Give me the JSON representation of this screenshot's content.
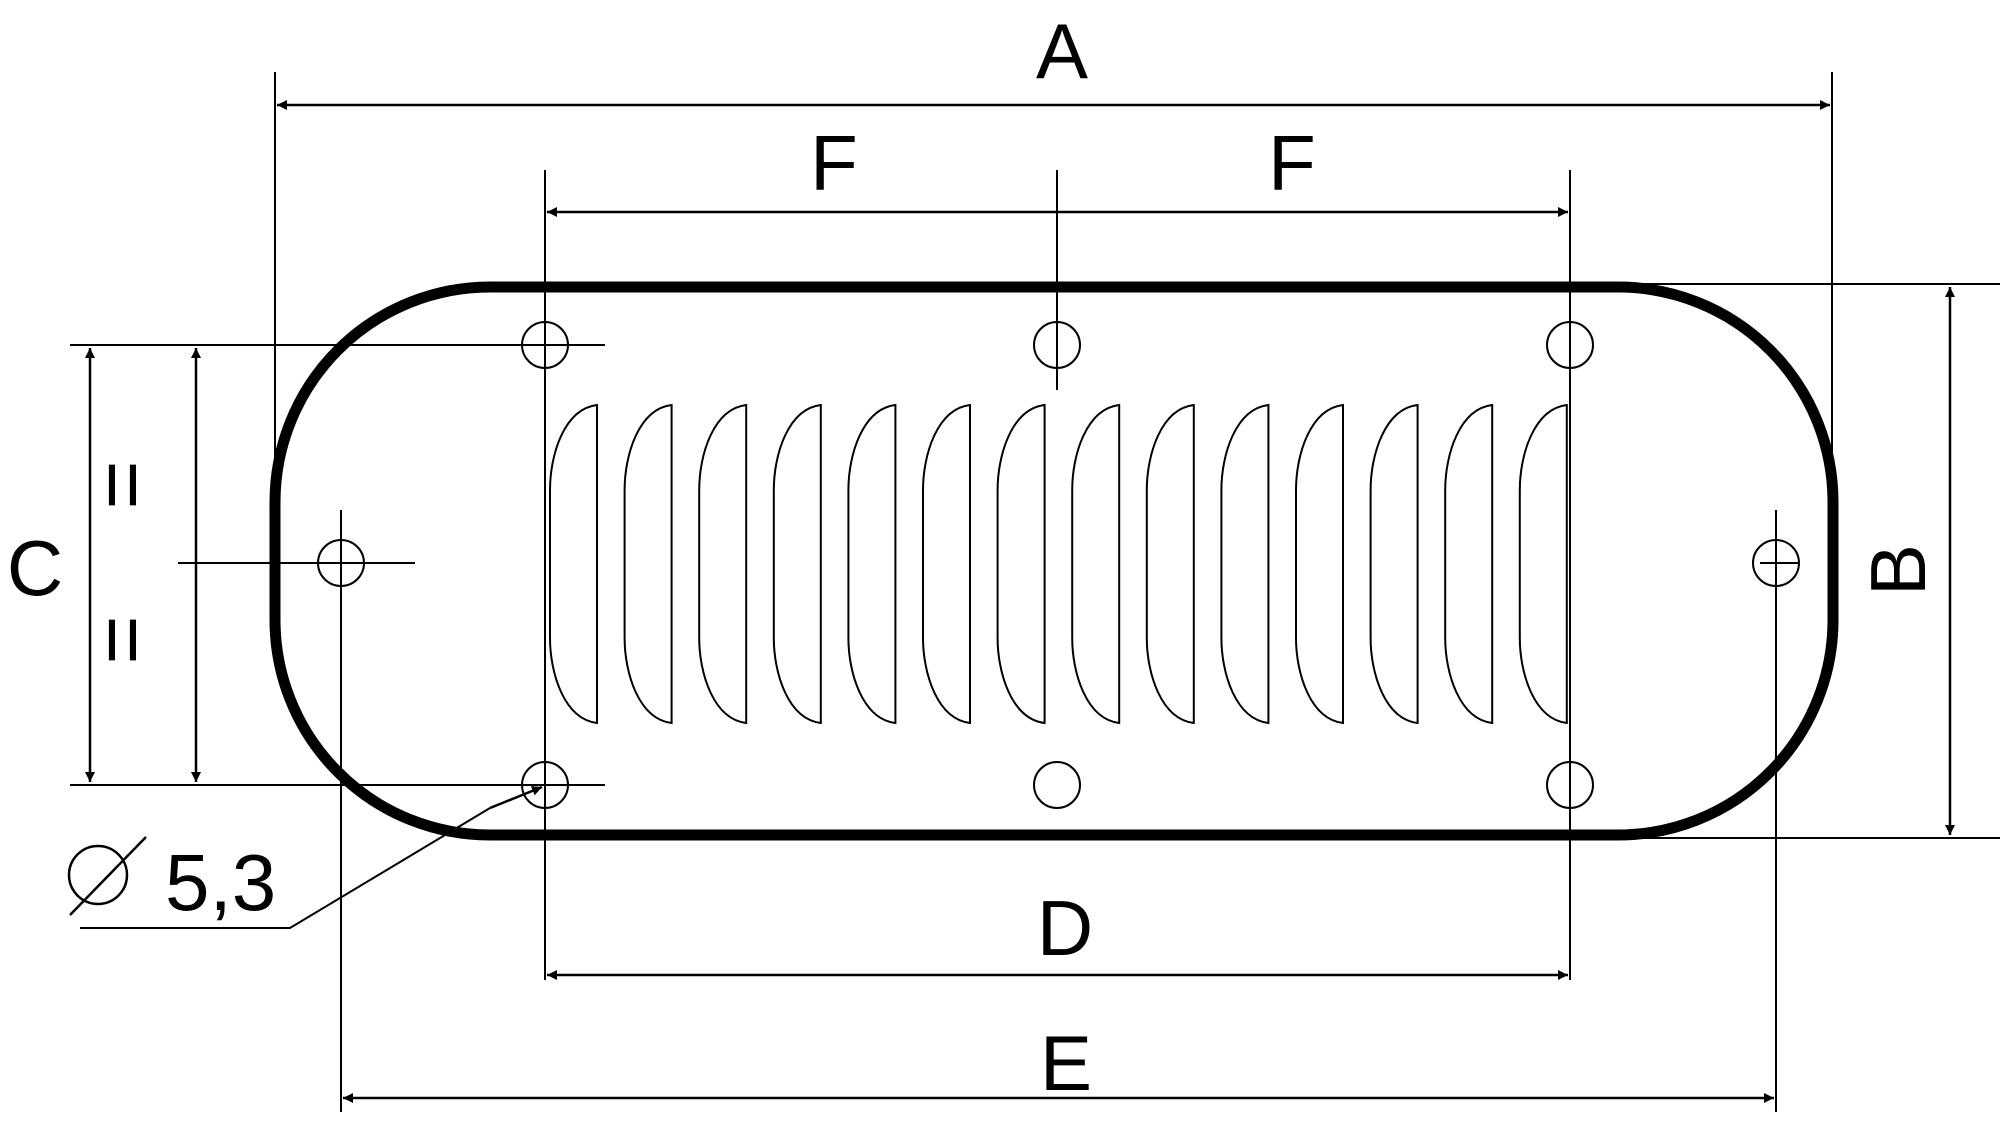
{
  "drawing": {
    "dimension_labels": {
      "overall_length": "A",
      "overall_height": "B",
      "mount_vertical": "C",
      "hole_span": "D",
      "end_hole_span": "E",
      "half_span_left": "F",
      "half_span_right": "F",
      "equal_upper": "=",
      "equal_lower": "="
    },
    "hole_callout": {
      "diameter_symbol": "⌀",
      "value": "5,3"
    },
    "louver_slot_count": 14,
    "mounting_hole_count": 8
  }
}
